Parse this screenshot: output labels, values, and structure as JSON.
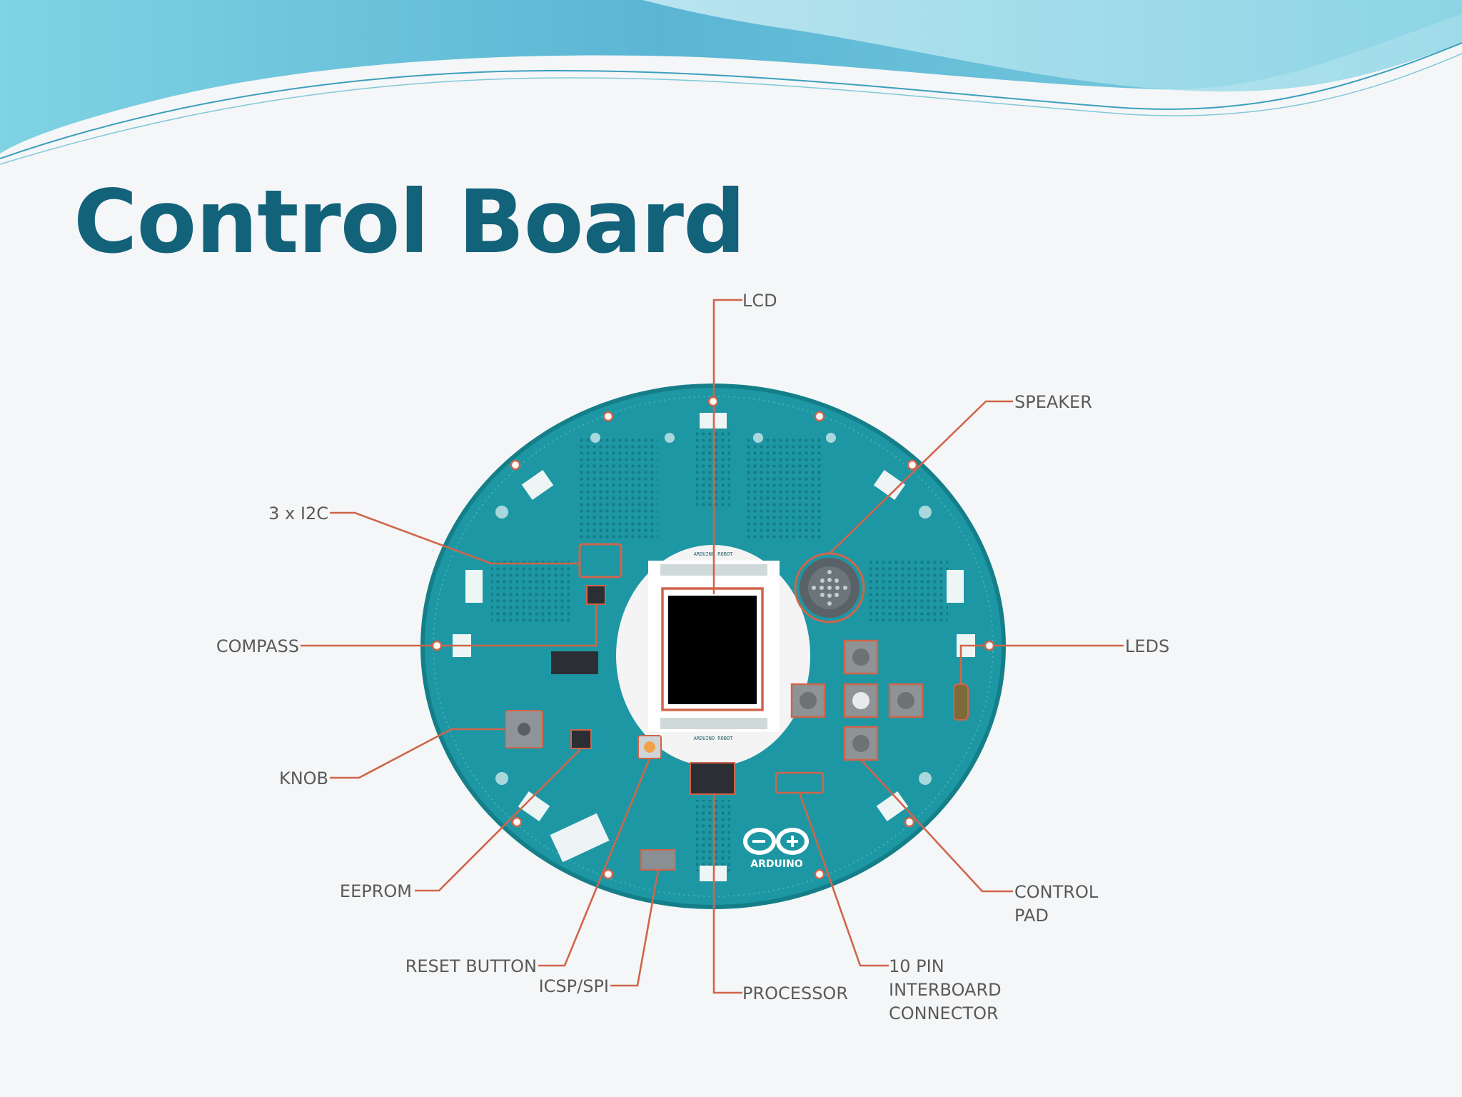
{
  "slide": {
    "title": "Control Board"
  },
  "diagram": {
    "callouts": {
      "lcd": "LCD",
      "speaker": "SPEAKER",
      "i2c": "3 x I2C",
      "compass": "COMPASS",
      "leds": "LEDS",
      "knob": "KNOB",
      "eeprom": "EEPROM",
      "control_pad_line1": "CONTROL",
      "control_pad_line2": "PAD",
      "reset_button": "RESET BUTTON",
      "icsp_spi": "ICSP/SPI",
      "processor": "PROCESSOR",
      "interboard_line1": "10 PIN",
      "interboard_line2": "INTERBOARD",
      "interboard_line3": "CONNECTOR"
    },
    "board": {
      "logo_text": "ARDUINO",
      "silk_top": "ARDUINO ROBOT",
      "silk_bottom": "ARDUINO ROBOT"
    }
  },
  "colors": {
    "title": "#12627a",
    "board": "#1d97a3",
    "board_edge": "#147f89",
    "callout_line": "#d0654b",
    "label_text": "#5a5a5a",
    "wave_light": "#a5dbe7",
    "wave_dark": "#5cbfd8"
  }
}
